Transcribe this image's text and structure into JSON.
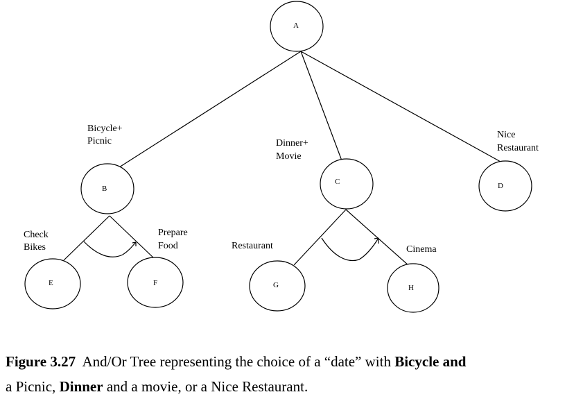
{
  "nodes": {
    "A": "A",
    "B": "B",
    "C": "C",
    "D": "D",
    "E": "E",
    "F": "F",
    "G": "G",
    "H": "H"
  },
  "labels": {
    "bicycle_picnic": [
      "Bicycle+",
      "Picnic"
    ],
    "dinner_movie": [
      "Dinner+",
      "Movie"
    ],
    "nice_restaurant": [
      "Nice",
      "Restaurant"
    ],
    "check_bikes": [
      "Check",
      "Bikes"
    ],
    "prepare_food": [
      "Prepare",
      "Food"
    ],
    "restaurant": "Restaurant",
    "cinema": "Cinema"
  },
  "caption": {
    "figure_label": "Figure 3.27",
    "text_part1": "  And/Or Tree representing the choice of a “date” with ",
    "bold_bicycle": "Bicycle",
    "text_part2": " ",
    "bold_and": "and",
    "text_part3": "a Picnic, ",
    "bold_dinner": "Dinner",
    "text_part4": " and a movie, or a Nice Restaurant."
  }
}
